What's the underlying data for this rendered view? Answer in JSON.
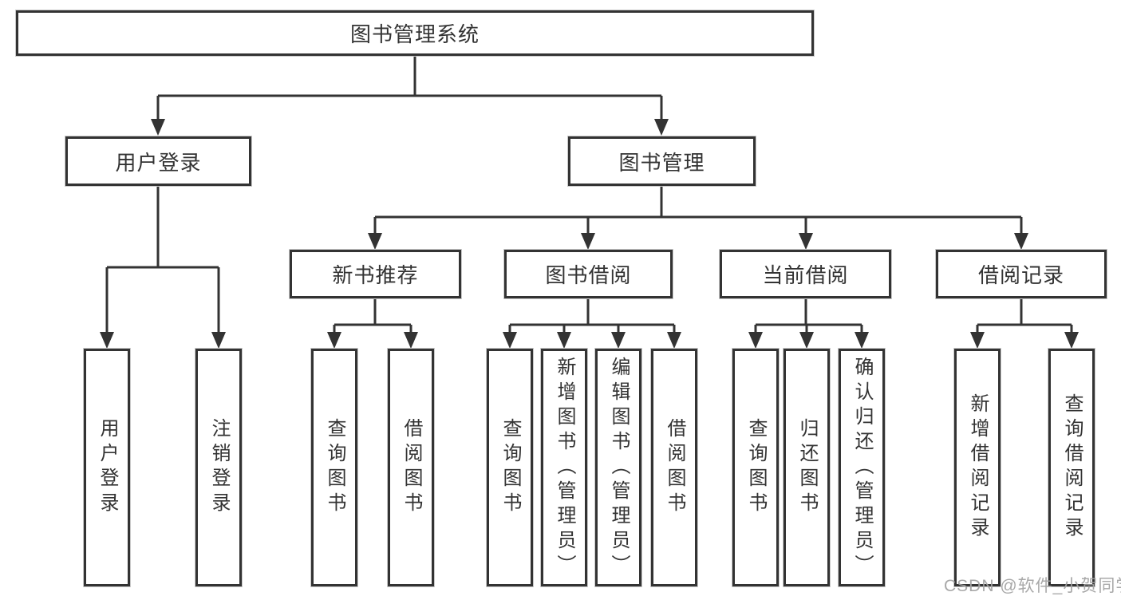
{
  "diagram": {
    "type": "hierarchy-tree",
    "root": {
      "label": "图书管理系统"
    },
    "branches": [
      {
        "label": "用户登录",
        "leaves": [
          "用户登录",
          "注销登录"
        ]
      },
      {
        "label": "图书管理",
        "groups": [
          {
            "label": "新书推荐",
            "leaves": [
              "查询图书",
              "借阅图书"
            ]
          },
          {
            "label": "图书借阅",
            "leaves": [
              "查询图书",
              "新增图书（管理员）",
              "编辑图书（管理员）",
              "借阅图书"
            ]
          },
          {
            "label": "当前借阅",
            "leaves": [
              "查询图书",
              "归还图书",
              "确认归还（管理员）"
            ]
          },
          {
            "label": "借阅记录",
            "leaves": [
              "新增借阅记录",
              "查询借阅记录"
            ]
          }
        ]
      }
    ],
    "watermark": "CSDN @软件_小贺同学",
    "colors": {
      "line": "#333333",
      "box_border": "#333333",
      "text": "#333333",
      "background": "#ffffff",
      "watermark": "#a3a3a3"
    }
  }
}
